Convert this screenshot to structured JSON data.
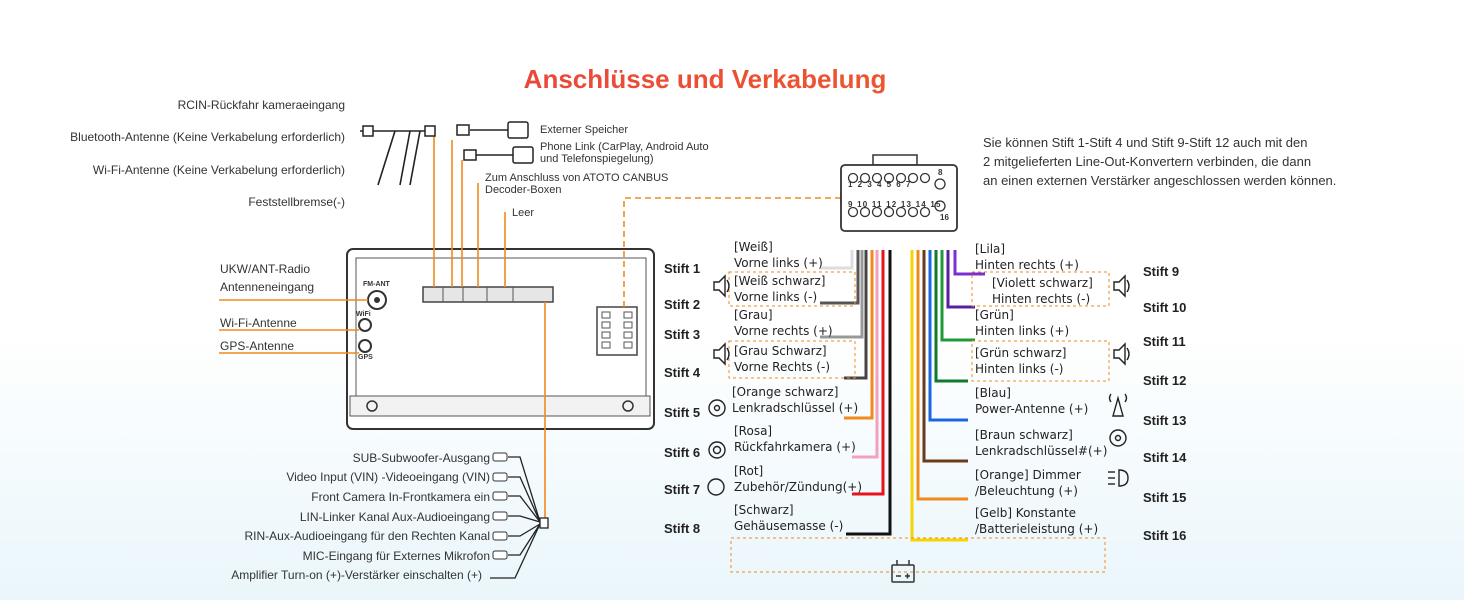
{
  "title": "Anschlüsse und Verkabelung",
  "note": [
    "Sie können Stift 1-Stift  4 und Stift  9-Stift  12 auch mit den",
    "2 mitgelieferten Line-Out-Konvertern verbinden, die dann",
    "an einen externen Verstärker angeschlossen werden können."
  ],
  "top_left_labels": [
    "RCIN-Rückfahr kameraeingang",
    "Bluetooth-Antenne (Keine Verkabelung erforderlich)",
    "Wi-Fi-Antenne (Keine Verkabelung erforderlich)",
    "Feststellbremse(-)"
  ],
  "top_mid_labels": {
    "storage": "Externer Speicher",
    "phone_link": [
      "Phone Link (CarPlay, Android Auto",
      "und Telefonspiegelung)"
    ],
    "canbus": [
      "Zum Anschluss von ATOTO CANBUS",
      "Decoder-Boxen"
    ],
    "empty": "Leer"
  },
  "antenna_labels": {
    "ukw": [
      "UKW/ANT-Radio",
      "Antenneneingang"
    ],
    "wifi": "Wi-Fi-Antenne",
    "gps": "GPS-Antenne"
  },
  "device_labels": {
    "fm": "FM-ANT",
    "wifi": "WiFi",
    "gps": "GPS"
  },
  "rca_labels": [
    "SUB-Subwoofer-Ausgang",
    "Video Input (VIN) -Videoeingang (VIN)",
    "Front Camera In-Frontkamera ein",
    "LIN-Linker Kanal  Aux-Audioeingang",
    "RIN-Aux-Audioeingang für den Rechten Kanal",
    "MIC-Eingang für Externes Mikrofon",
    "Amplifier Turn-on (+)-Verstärker einschalten (+)"
  ],
  "connector_numbers": {
    "top": [
      "1",
      "2",
      "3",
      "4",
      "5",
      "6",
      "7",
      "8"
    ],
    "bottom": [
      "9",
      "10",
      "11",
      "12",
      "13",
      "14",
      "15",
      "16"
    ]
  },
  "left_pins": [
    {
      "pin": "Stift 1",
      "color_name": "[Weiß]",
      "func": "Vorne links (+)",
      "wire": "#dddddd"
    },
    {
      "pin": "Stift 2",
      "color_name": "[Weiß schwarz]",
      "func": "Vorne links (-)",
      "wire": "#555555"
    },
    {
      "pin": "Stift 3",
      "color_name": "[Grau]",
      "func": "Vorne rechts (+)",
      "wire": "#999999"
    },
    {
      "pin": "Stift 4",
      "color_name": "[Grau Schwarz]",
      "func": "Vorne Rechts (-)",
      "wire": "#444444"
    },
    {
      "pin": "Stift 5",
      "color_name": "[Orange schwarz]",
      "func": "Lenkradschlüssel (+)",
      "wire": "#f08a1c"
    },
    {
      "pin": "Stift 6",
      "color_name": "[Rosa]",
      "func": "Rückfahrkamera (+)",
      "wire": "#f2a0c0"
    },
    {
      "pin": "Stift 7",
      "color_name": "[Rot]",
      "func": "Zubehör/Zündung(+)",
      "wire": "#e8121c"
    },
    {
      "pin": "Stift 8",
      "color_name": "[Schwarz]",
      "func": "Gehäusemasse (-)",
      "wire": "#111111"
    }
  ],
  "right_pins": [
    {
      "pin": "Stift 9",
      "color_name": "[Lila]",
      "func": "Hinten rechts (+)",
      "wire": "#7b2fd0"
    },
    {
      "pin": "Stift 10",
      "color_name": "[Violett schwarz]",
      "func": "Hinten rechts (-)",
      "wire": "#5a1fa0"
    },
    {
      "pin": "Stift 11",
      "color_name": "[Grün]",
      "func": "Hinten links (+)",
      "wire": "#1e9a3a"
    },
    {
      "pin": "Stift 12",
      "color_name": "[Grün schwarz]",
      "func": "Hinten links (-)",
      "wire": "#117a2a"
    },
    {
      "pin": "Stift 13",
      "color_name": "[Blau]",
      "func": "Power-Antenne (+)",
      "wire": "#1a66e0"
    },
    {
      "pin": "Stift 14",
      "color_name": "[Braun schwarz]",
      "func": "Lenkradschlüssel#(+)",
      "wire": "#6b3a1a"
    },
    {
      "pin": "Stift 15",
      "color_name": "[Orange] Dimmer",
      "func": "/Beleuchtung (+)",
      "wire": "#f08a1c"
    },
    {
      "pin": "Stift 16",
      "color_name": "[Gelb] Konstante",
      "func": "/Batterieleistung (+)",
      "wire": "#f5d400"
    }
  ],
  "colors": {
    "accent_orange": "#f08a1c",
    "title_red": "#e8334a",
    "battery": "#333333"
  }
}
